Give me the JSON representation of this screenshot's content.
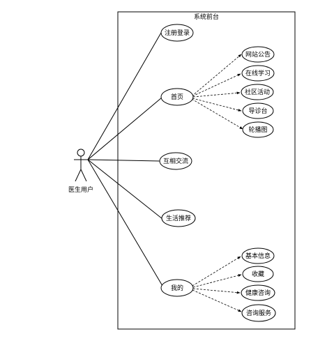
{
  "system": {
    "title": "系统前台"
  },
  "actor": {
    "label": "医生用户"
  },
  "use_cases": {
    "register_login": "注册登录",
    "home": "首页",
    "communication": "互相交流",
    "life_recommendation": "生活推荐",
    "mine": "我的"
  },
  "home_extensions": [
    "网站公告",
    "在线学习",
    "社区活动",
    "导诊台",
    "轮播图"
  ],
  "mine_extensions": [
    "基本信息",
    "收藏",
    "健康咨询",
    "咨询服务"
  ]
}
